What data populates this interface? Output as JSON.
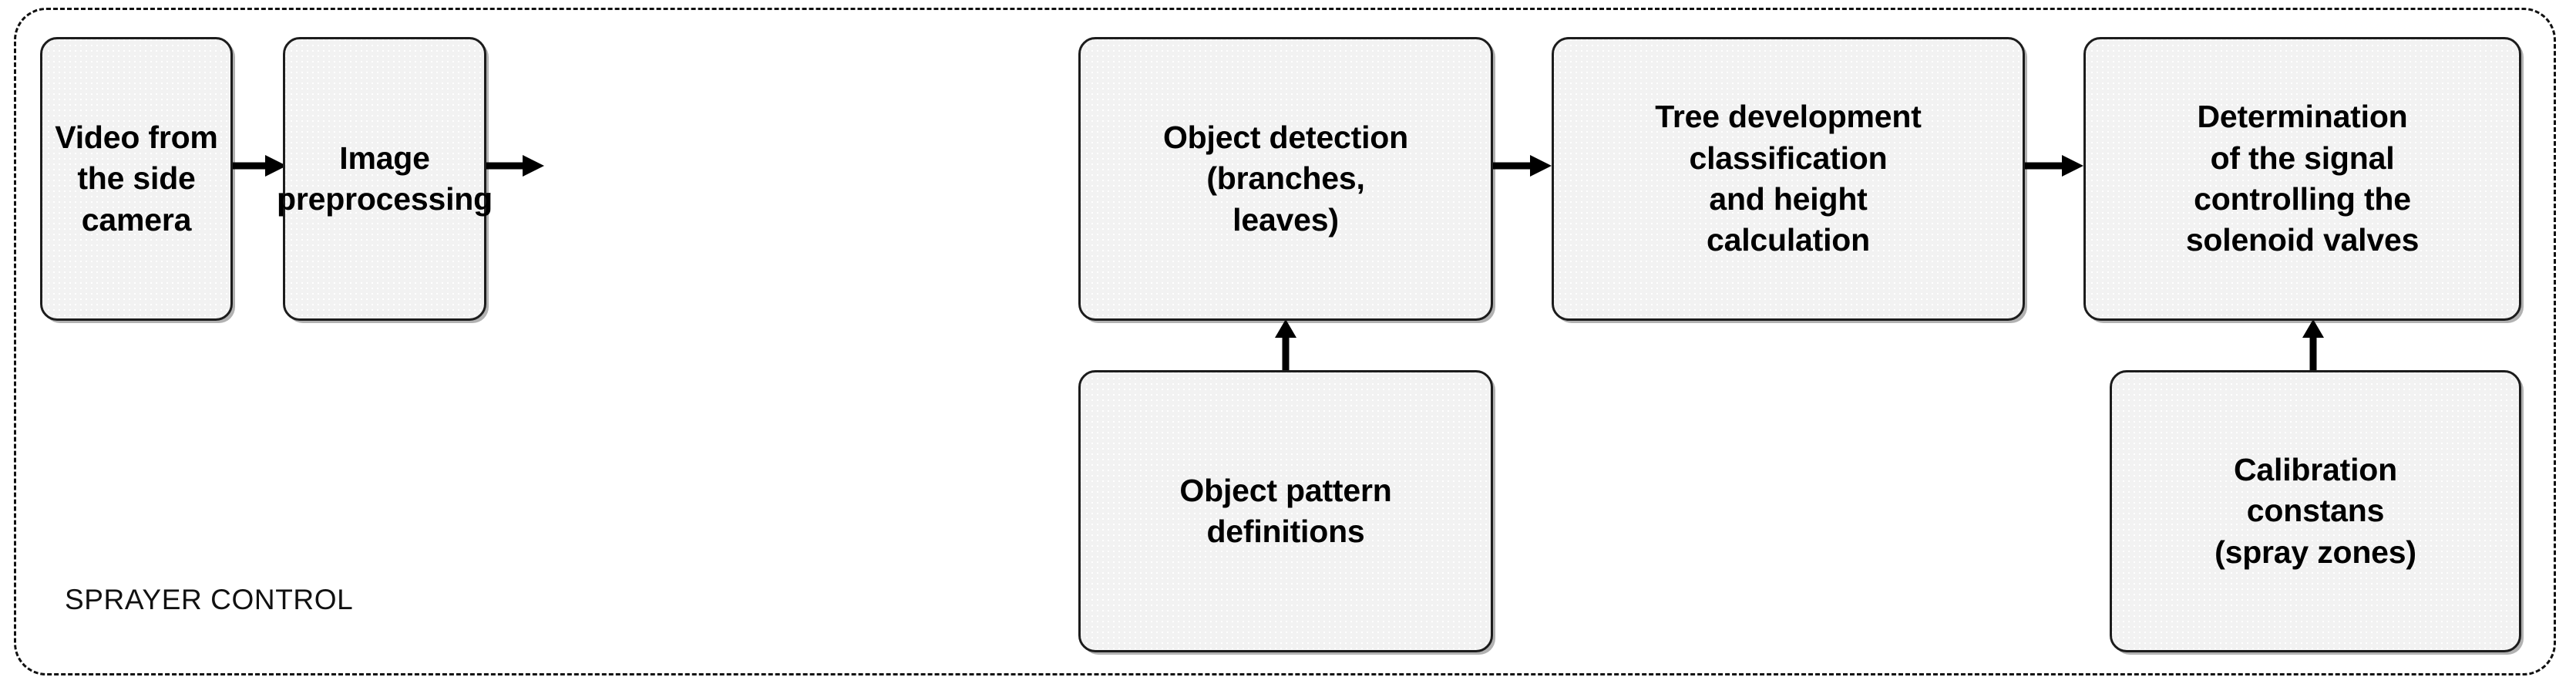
{
  "diagram": {
    "title": "SPRAYER CONTROL",
    "boundary_label": "SPRAYER CONTROL",
    "boundary_style": "dashed-rounded-rectangle",
    "colors": {
      "node_fill": "#f2f2f2",
      "node_border": "#1c1c1c",
      "text": "#000000",
      "boundary": "#111111",
      "background": "#ffffff",
      "arrow": "#000000"
    },
    "nodes": [
      {
        "id": "video-from-the-side-camera",
        "label": "Video from\nthe side\ncamera",
        "row": "top",
        "order": 1
      },
      {
        "id": "image-preprocessing",
        "label": "Image\npreprocessing",
        "row": "top",
        "order": 2
      },
      {
        "id": "object-detection",
        "label": "Object detection\n(branches,\nleaves)",
        "row": "top",
        "order": 3
      },
      {
        "id": "tree-development-classification",
        "label": "Tree development\nclassification\nand height\ncalculation",
        "row": "top",
        "order": 4
      },
      {
        "id": "determination-of-the-signal",
        "label": "Determination\nof the signal\ncontrolling the\nsolenoid valves",
        "row": "top",
        "order": 5
      },
      {
        "id": "object-pattern-definitions",
        "label": "Object pattern\ndefinitions",
        "row": "bottom",
        "order": 1
      },
      {
        "id": "calibration-constans",
        "label": "Calibration\nconstans\n(spray zones)",
        "row": "bottom",
        "order": 2
      }
    ],
    "edges": [
      {
        "id": "edge-video-to-preprocessing",
        "from": "video-from-the-side-camera",
        "to": "image-preprocessing",
        "direction": "right"
      },
      {
        "id": "edge-preprocessing-to-detect",
        "from": "image-preprocessing",
        "to": "object-detection",
        "direction": "right"
      },
      {
        "id": "edge-detect-to-classify",
        "from": "object-detection",
        "to": "tree-development-classification",
        "direction": "right"
      },
      {
        "id": "edge-classify-to-signal",
        "from": "tree-development-classification",
        "to": "determination-of-the-signal",
        "direction": "right"
      },
      {
        "id": "edge-patterns-to-detect",
        "from": "object-pattern-definitions",
        "to": "object-detection",
        "direction": "up"
      },
      {
        "id": "edge-calibration-to-signal",
        "from": "calibration-constans",
        "to": "determination-of-the-signal",
        "direction": "up"
      }
    ]
  }
}
